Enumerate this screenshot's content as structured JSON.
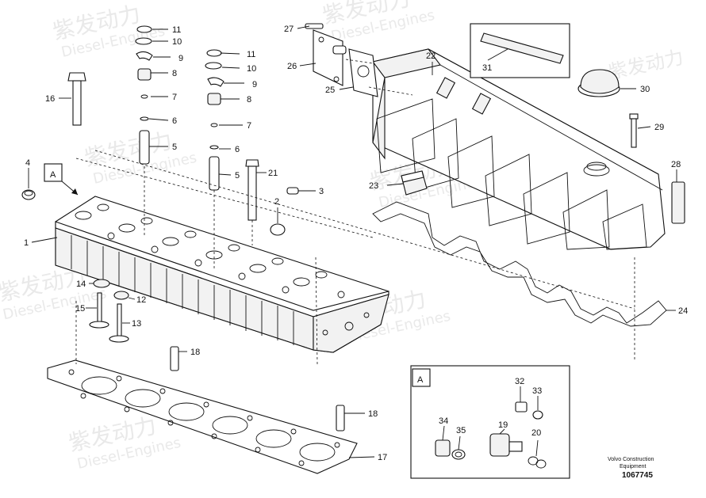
{
  "watermark": {
    "brand_cn": "紫发动力",
    "brand_en": "Diesel-Engines"
  },
  "footer": {
    "line1": "Volvo Construction",
    "line2": "Equipment",
    "figure_id": "1067745"
  },
  "detail": {
    "label": "A"
  },
  "labels": {
    "c1": "1",
    "c2": "2",
    "c3": "3",
    "c4": "4",
    "c5a": "5",
    "c5b": "5",
    "c6a": "6",
    "c6b": "6",
    "c7a": "7",
    "c7b": "7",
    "c8a": "8",
    "c8b": "8",
    "c9a": "9",
    "c9b": "9",
    "c10a": "10",
    "c10b": "10",
    "c11a": "11",
    "c11b": "11",
    "c12": "12",
    "c13": "13",
    "c14": "14",
    "c15": "15",
    "c16": "16",
    "c17": "17",
    "c18a": "18",
    "c18b": "18",
    "c19": "19",
    "c20": "20",
    "c21": "21",
    "c22": "22",
    "c23": "23",
    "c24": "24",
    "c25": "25",
    "c26": "26",
    "c27": "27",
    "c28": "28",
    "c29": "29",
    "c30": "30",
    "c31": "31",
    "c32": "32",
    "c33": "33",
    "c34": "34",
    "c35": "35"
  }
}
